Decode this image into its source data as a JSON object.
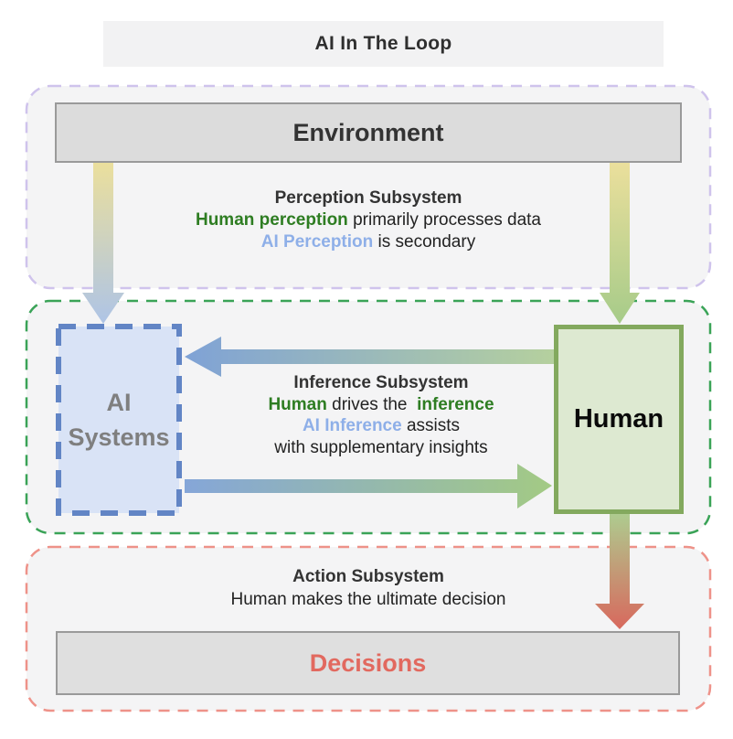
{
  "title": "AI In The Loop",
  "nodes": {
    "environment": "Environment",
    "ai_systems_line1": "AI",
    "ai_systems_line2": "Systems",
    "human": "Human",
    "decisions": "Decisions"
  },
  "perception": {
    "heading": "Perception Subsystem",
    "line1_highlight": "Human perception",
    "line1_rest": " primarily processes data",
    "line2_highlight": "AI Perception",
    "line2_rest": " is secondary"
  },
  "inference": {
    "heading": "Inference Subsystem",
    "line1_highlight": "Human",
    "line1_mid": " drives the  ",
    "line1_highlight2": "inference",
    "line2_highlight": "AI Inference",
    "line2_rest": " assists",
    "line3": "with supplementary insights"
  },
  "action": {
    "heading": "Action Subsystem",
    "line1": "Human makes the ultimate decision"
  },
  "colors": {
    "human_text": "#2e7d22",
    "ai_text": "#8eafe8",
    "decisions_text": "#e2695f",
    "section_fill": "#f4f4f5",
    "perception_border": "#cfc3ec",
    "inference_border": "#3aa357",
    "action_border": "#ee9289",
    "ai_box_fill": "#d9e3f6",
    "ai_box_border": "#6285c5",
    "human_box_border": "#83a95e",
    "gradients": {
      "env_ai": [
        "#ebdf9c",
        "#aec4e6"
      ],
      "env_human": [
        "#ebdf9c",
        "#a6cb89"
      ],
      "human_ai": [
        "#7fa2d6",
        "#b5d09e"
      ],
      "ai_human": [
        "#85a6d8",
        "#a3ca84"
      ],
      "human_decisions": [
        "#adcd90",
        "#d8685d"
      ]
    }
  }
}
